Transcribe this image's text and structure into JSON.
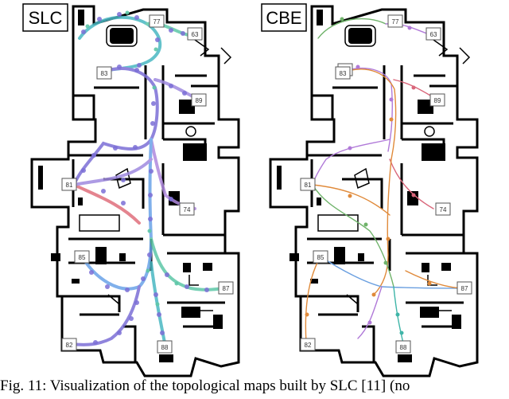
{
  "panels": [
    {
      "id": "slc",
      "tag": "SLC",
      "node_labels": [
        "77",
        "63",
        "83",
        "89",
        "81",
        "74",
        "85",
        "87",
        "82",
        "88"
      ]
    },
    {
      "id": "cbe",
      "tag": "CBE",
      "node_labels": [
        "77",
        "63",
        "83",
        "89",
        "81",
        "74",
        "85",
        "87",
        "82",
        "88"
      ]
    }
  ],
  "caption": "Fig. 11: Visualization of the topological maps built by SLC [11] (no",
  "colors": {
    "slc_paths": [
      "#49b8c2",
      "#7c6fd6",
      "#9f8ae0",
      "#5ec7a8",
      "#b089de",
      "#6aa3e8",
      "#e06f7c"
    ],
    "cbe_paths": [
      "#e08a3a",
      "#b079d8",
      "#6fb36a",
      "#d9667a",
      "#6a9fe0",
      "#3fb5a8"
    ]
  }
}
